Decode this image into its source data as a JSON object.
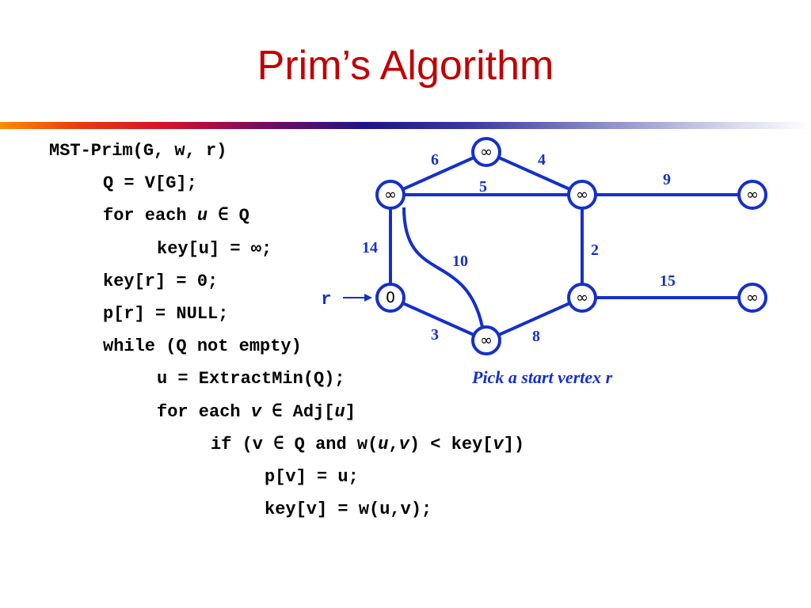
{
  "slide": {
    "title": "Prim’s Algorithm"
  },
  "code": {
    "lines": [
      {
        "indent": 0,
        "parts": [
          {
            "t": "MST-Prim(G, w, r)"
          }
        ]
      },
      {
        "indent": 1,
        "parts": [
          {
            "t": "Q = V[G];"
          }
        ]
      },
      {
        "indent": 1,
        "parts": [
          {
            "t": "for each "
          },
          {
            "t": "u",
            "i": true
          },
          {
            "t": " ∈ Q"
          }
        ]
      },
      {
        "indent": 2,
        "parts": [
          {
            "t": "key[u] = ∞;"
          }
        ]
      },
      {
        "indent": 1,
        "parts": [
          {
            "t": "key[r] = 0;"
          }
        ]
      },
      {
        "indent": 1,
        "parts": [
          {
            "t": "p[r] = NULL;"
          }
        ]
      },
      {
        "indent": 1,
        "parts": [
          {
            "t": "while (Q not empty)"
          }
        ]
      },
      {
        "indent": 2,
        "parts": [
          {
            "t": "u = ExtractMin(Q);"
          }
        ]
      },
      {
        "indent": 2,
        "parts": [
          {
            "t": "for each "
          },
          {
            "t": "v",
            "i": true
          },
          {
            "t": " ∈ Adj["
          },
          {
            "t": "u",
            "i": true
          },
          {
            "t": "]"
          }
        ]
      },
      {
        "indent": 3,
        "parts": [
          {
            "t": "if (v ∈ Q and w("
          },
          {
            "t": "u",
            "i": true
          },
          {
            "t": ","
          },
          {
            "t": "v",
            "i": true
          },
          {
            "t": ") < key["
          },
          {
            "t": "v",
            "i": true
          },
          {
            "t": "])"
          }
        ]
      },
      {
        "indent": 4,
        "parts": [
          {
            "t": "p[v] = u;"
          }
        ]
      },
      {
        "indent": 4,
        "parts": [
          {
            "t": "key[v] = w(u,v);"
          }
        ]
      }
    ]
  },
  "graph": {
    "nodes": [
      {
        "id": "a",
        "label": "∞"
      },
      {
        "id": "b",
        "label": "∞"
      },
      {
        "id": "c",
        "label": "∞"
      },
      {
        "id": "d",
        "label": "∞"
      },
      {
        "id": "r",
        "label": "0"
      },
      {
        "id": "e",
        "label": "∞"
      },
      {
        "id": "f",
        "label": "∞"
      },
      {
        "id": "g",
        "label": "∞"
      }
    ],
    "edges": [
      {
        "from": "a",
        "to": "b",
        "weight": "6"
      },
      {
        "from": "b",
        "to": "c",
        "weight": "4"
      },
      {
        "from": "a",
        "to": "c",
        "weight": "5"
      },
      {
        "from": "c",
        "to": "d",
        "weight": "9"
      },
      {
        "from": "a",
        "to": "r",
        "weight": "14"
      },
      {
        "from": "a",
        "to": "g",
        "weight": "10"
      },
      {
        "from": "c",
        "to": "e",
        "weight": "2"
      },
      {
        "from": "e",
        "to": "f",
        "weight": "15"
      },
      {
        "from": "r",
        "to": "g",
        "weight": "3"
      },
      {
        "from": "g",
        "to": "e",
        "weight": "8"
      }
    ],
    "start_label": "r",
    "caption": "Pick a start vertex r",
    "colors": {
      "edge": "#1530c8",
      "node_fill": "#ffffff",
      "title": "#c00000"
    }
  }
}
